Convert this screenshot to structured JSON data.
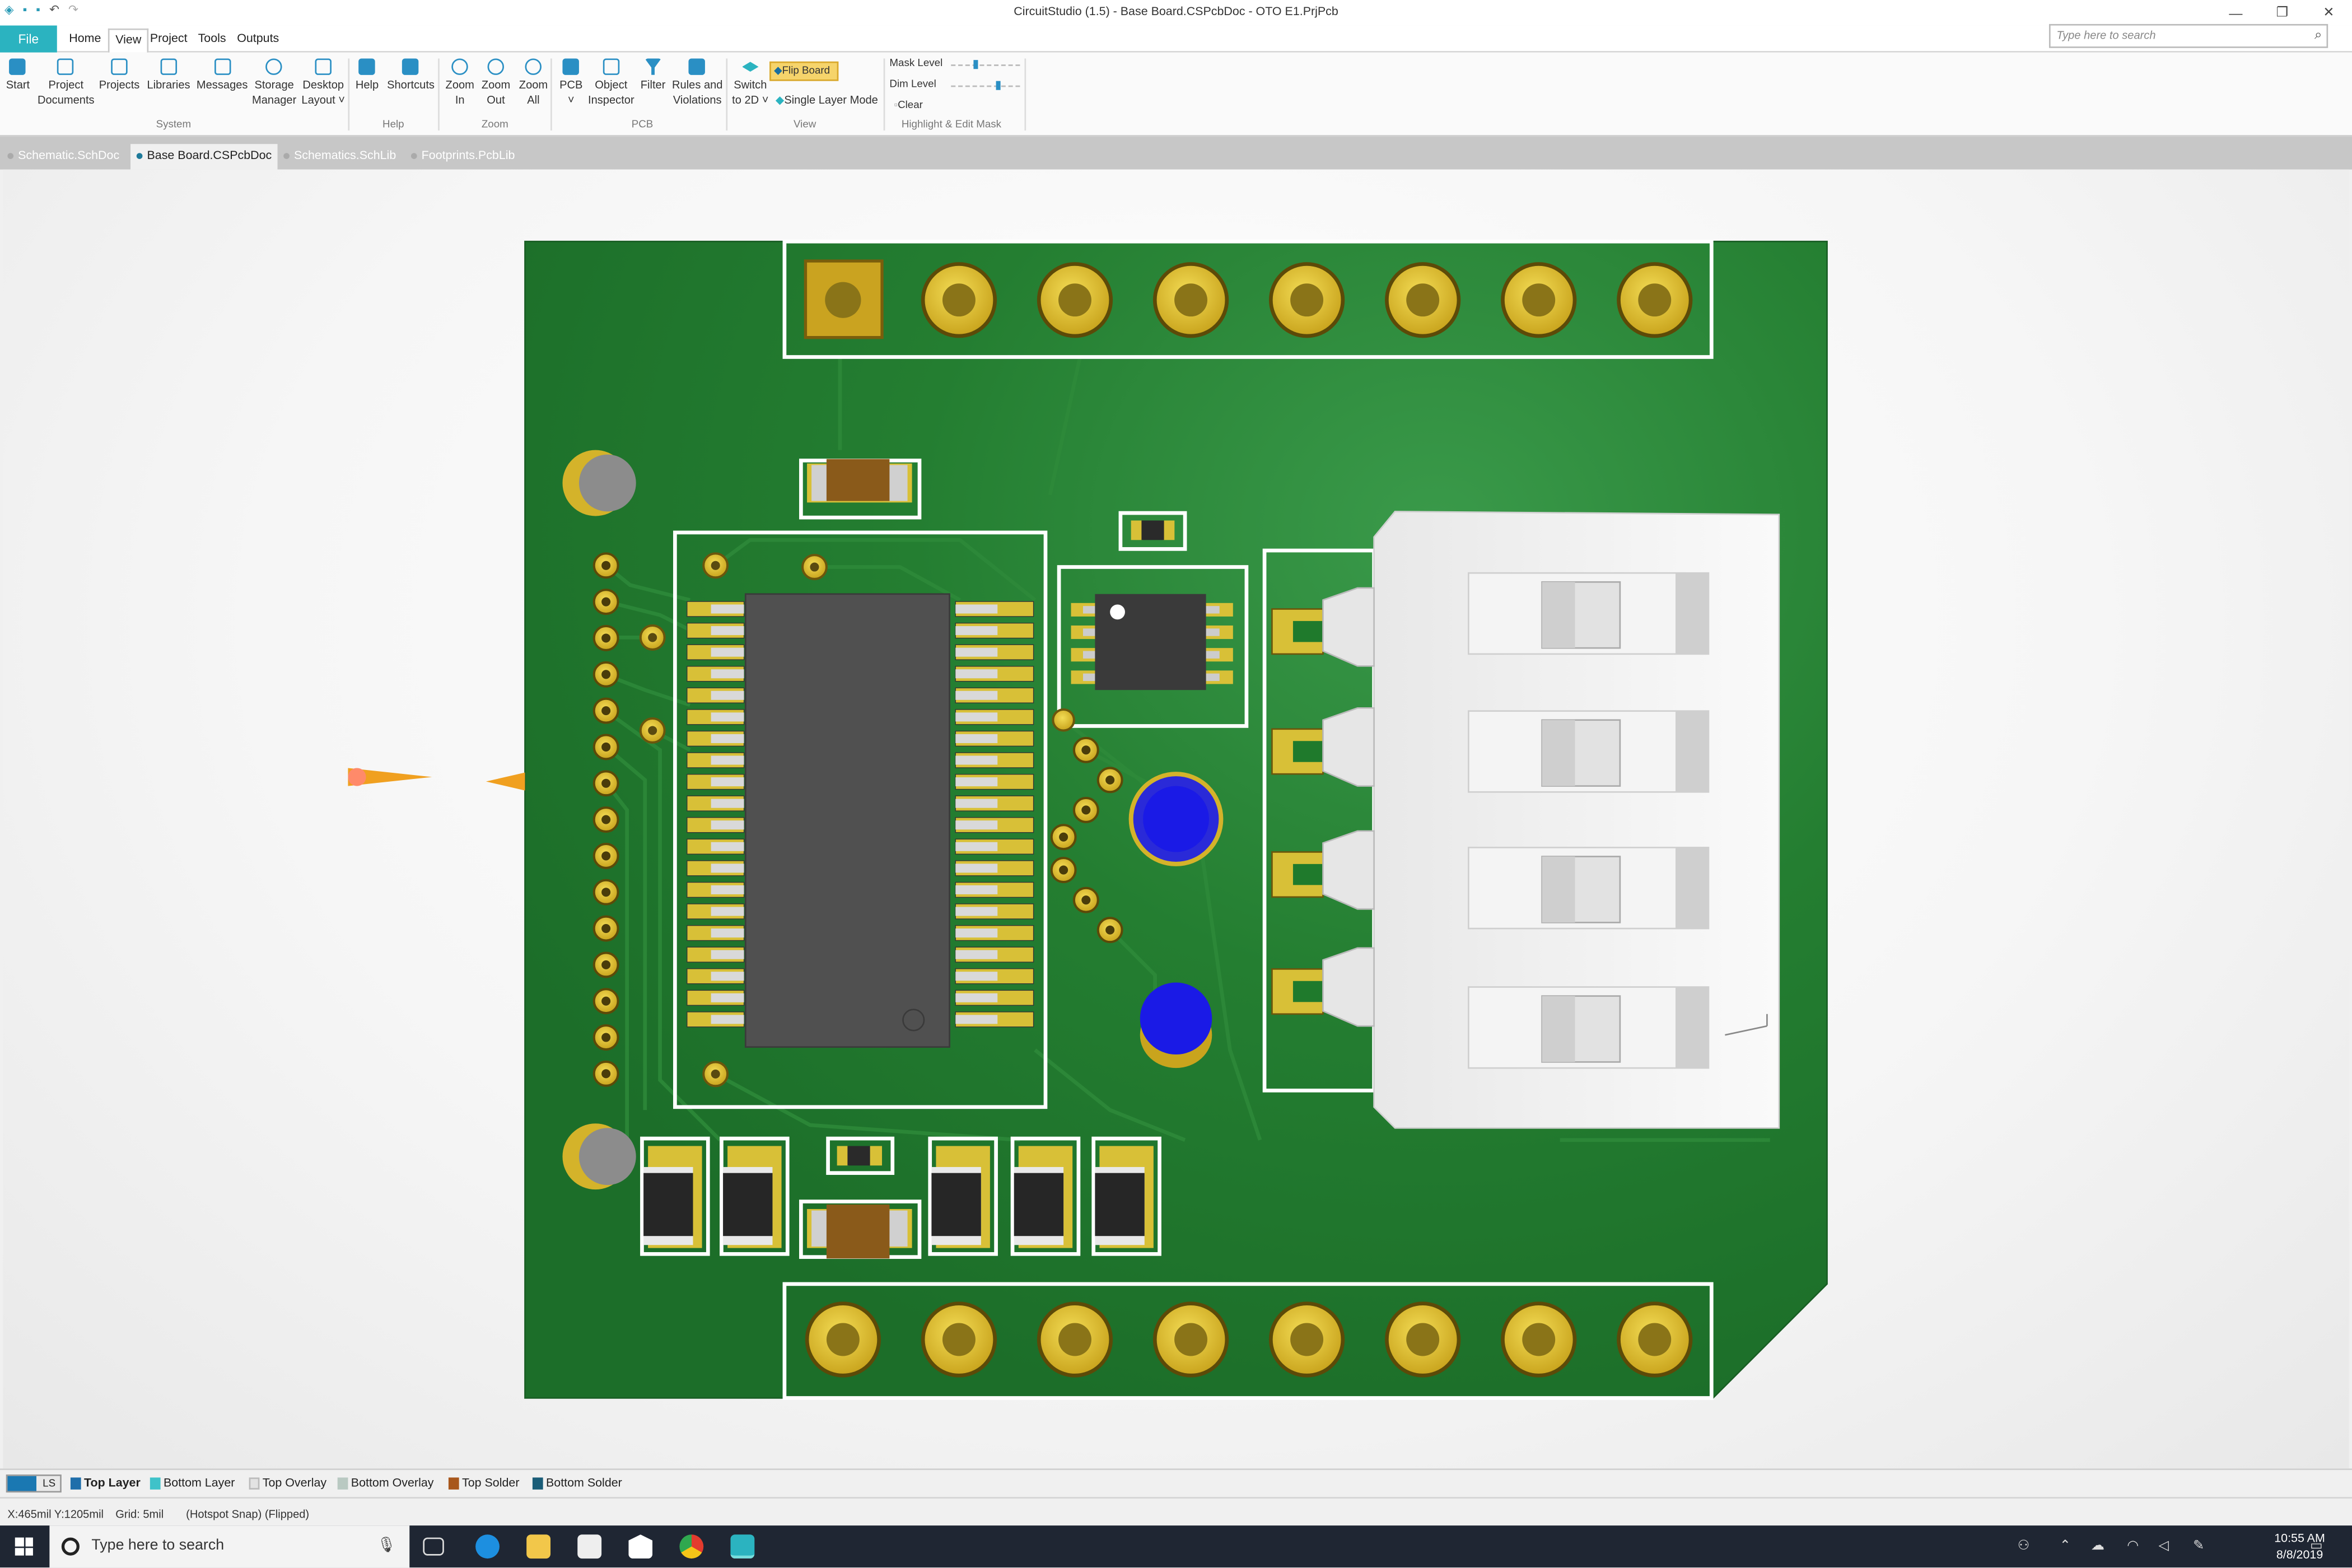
{
  "window": {
    "title": "CircuitStudio (1.5) - Base Board.CSPcbDoc - OTO E1.PrjPcb",
    "search_placeholder": "Type here to search"
  },
  "menu": {
    "file": "File",
    "items": [
      "Home",
      "View",
      "Project",
      "Tools",
      "Outputs"
    ],
    "active": "View"
  },
  "ribbon": {
    "buttons": {
      "start": "Start",
      "project_documents_1": "Project",
      "project_documents_2": "Documents",
      "projects": "Projects",
      "libraries": "Libraries",
      "messages": "Messages",
      "storage_manager_1": "Storage",
      "storage_manager_2": "Manager",
      "desktop_layout_1": "Desktop",
      "desktop_layout_2": "Layout ˅",
      "help": "Help",
      "shortcuts": "Shortcuts",
      "zoom_in_1": "Zoom",
      "zoom_in_2": "In",
      "zoom_out_1": "Zoom",
      "zoom_out_2": "Out",
      "zoom_all_1": "Zoom",
      "zoom_all_2": "All",
      "pcb_1": "PCB",
      "pcb_2": "˅",
      "object_inspector_1": "Object",
      "object_inspector_2": "Inspector",
      "filter": "Filter",
      "rules_1": "Rules and",
      "rules_2": "Violations",
      "switch_2d_1": "Switch",
      "switch_2d_2": "to 2D ˅",
      "flip_board": "Flip Board",
      "single_layer_mode": "Single Layer Mode",
      "mask_level": "Mask Level",
      "dim_level": "Dim Level",
      "clear": "Clear"
    },
    "groups": {
      "system": "System",
      "help": "Help",
      "zoom": "Zoom",
      "pcb": "PCB",
      "view": "View",
      "highlight": "Highlight & Edit Mask"
    },
    "levels": {
      "mask_level": 0.35,
      "dim_level": 0.7
    }
  },
  "document_tabs": [
    {
      "label": "Schematic.SchDoc",
      "active": false
    },
    {
      "label": "Base Board.CSPcbDoc",
      "active": true
    },
    {
      "label": "Schematics.SchLib",
      "active": false
    },
    {
      "label": "Footprints.PcbLib",
      "active": false
    }
  ],
  "layers": {
    "ls": "LS",
    "items": [
      {
        "label": "Top Layer",
        "color": "#1f6eaa",
        "bold": true
      },
      {
        "label": "Bottom Layer",
        "color": "#3fc2c9"
      },
      {
        "label": "Top Overlay",
        "color": "#e3e3e3"
      },
      {
        "label": "Bottom Overlay",
        "color": "#b9c9c2"
      },
      {
        "label": "Top Solder",
        "color": "#a8571c"
      },
      {
        "label": "Bottom Solder",
        "color": "#1a5d78"
      }
    ]
  },
  "status": {
    "coords": "X:465mil Y:1205mil",
    "grid": "Grid: 5mil",
    "snap": "(Hotspot Snap) (Flipped)"
  },
  "taskbar": {
    "search_placeholder": "Type here to search",
    "time": "10:55 AM",
    "date": "8/8/2019"
  },
  "colors": {
    "board": "#1f7a2c",
    "copper": "#d6b52a",
    "silkscreen": "#ffffff",
    "accent": "#2bb3c0"
  }
}
